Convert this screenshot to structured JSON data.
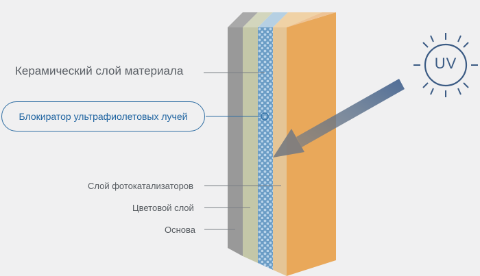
{
  "labels": {
    "ceramic": "Керамический слой материала",
    "uv_blocker": "Блокиратор ультрафиолетовых лучей",
    "photocatalyst": "Слой фотокатализаторов",
    "color": "Цветовой слой",
    "base": "Основа"
  },
  "uv_badge": "UV",
  "colors": {
    "background": "#f0f0f1",
    "base_layer": "#9b9b9b",
    "color_layer": "#c5c8aa",
    "uv_blocker_layer": "#6d9fc7",
    "photocatalyst_layer": "#e6c697",
    "ceramic_face": "#e9a85a",
    "arrow": "#4a6a96",
    "accent_blue": "#1e63a0"
  }
}
